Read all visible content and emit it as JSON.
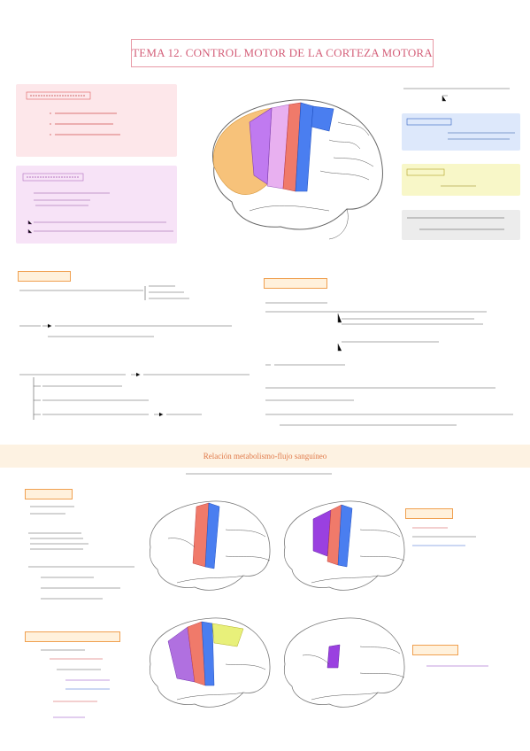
{
  "title": "TEMA 12. CONTROL MOTOR DE LA CORTEZA MOTORA",
  "section_heading": "Relación metabolismo-flujo sanguíneo",
  "colors": {
    "title": "#d4607a",
    "motor_primary": "#f07a6a",
    "premotor": "#b070e0",
    "somatosensory": "#4a7ef0",
    "prefrontal": "#f7c27a",
    "supplementary": "#e8f07a",
    "heading_band": "#fdf2e2"
  },
  "icons": {
    "brain": "brain-illustration",
    "arrow": "right-arrow-icon"
  }
}
